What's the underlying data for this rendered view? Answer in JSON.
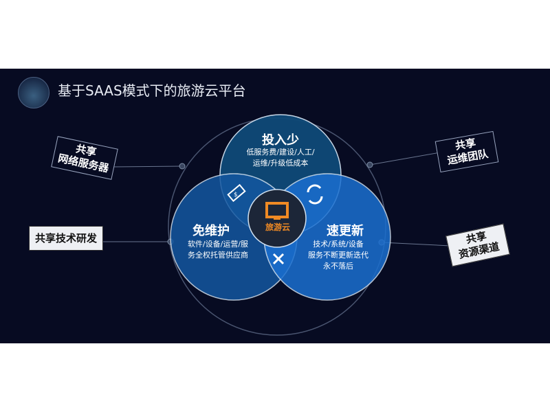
{
  "title": "基于SAAS模式下的旅游云平台",
  "center_label": "旅游云",
  "circles": {
    "top": {
      "heading": "投入少",
      "line1": "低服务费/建设/人工/",
      "line2": "运维/升级低成本"
    },
    "left": {
      "heading": "免维护",
      "line1": "软件/设备/运营/服",
      "line2": "务全权托管供应商"
    },
    "right": {
      "heading": "速更新",
      "line1": "技术/系统/设备",
      "line2": "服务不断更新迭代",
      "line3": "永不落后"
    }
  },
  "tags": {
    "top_left": {
      "line1": "共享",
      "line2": "网络服务器"
    },
    "left": {
      "line1": "共享技术研发"
    },
    "top_right": {
      "line1": "共享",
      "line2": "运维团队"
    },
    "right": {
      "line1": "共享",
      "line2": "资源渠道"
    }
  },
  "colors": {
    "bg": "#070b22",
    "top": "#0f4a78",
    "left": "#1357a0",
    "right": "#1a6fd0",
    "accent": "#f08a24"
  }
}
